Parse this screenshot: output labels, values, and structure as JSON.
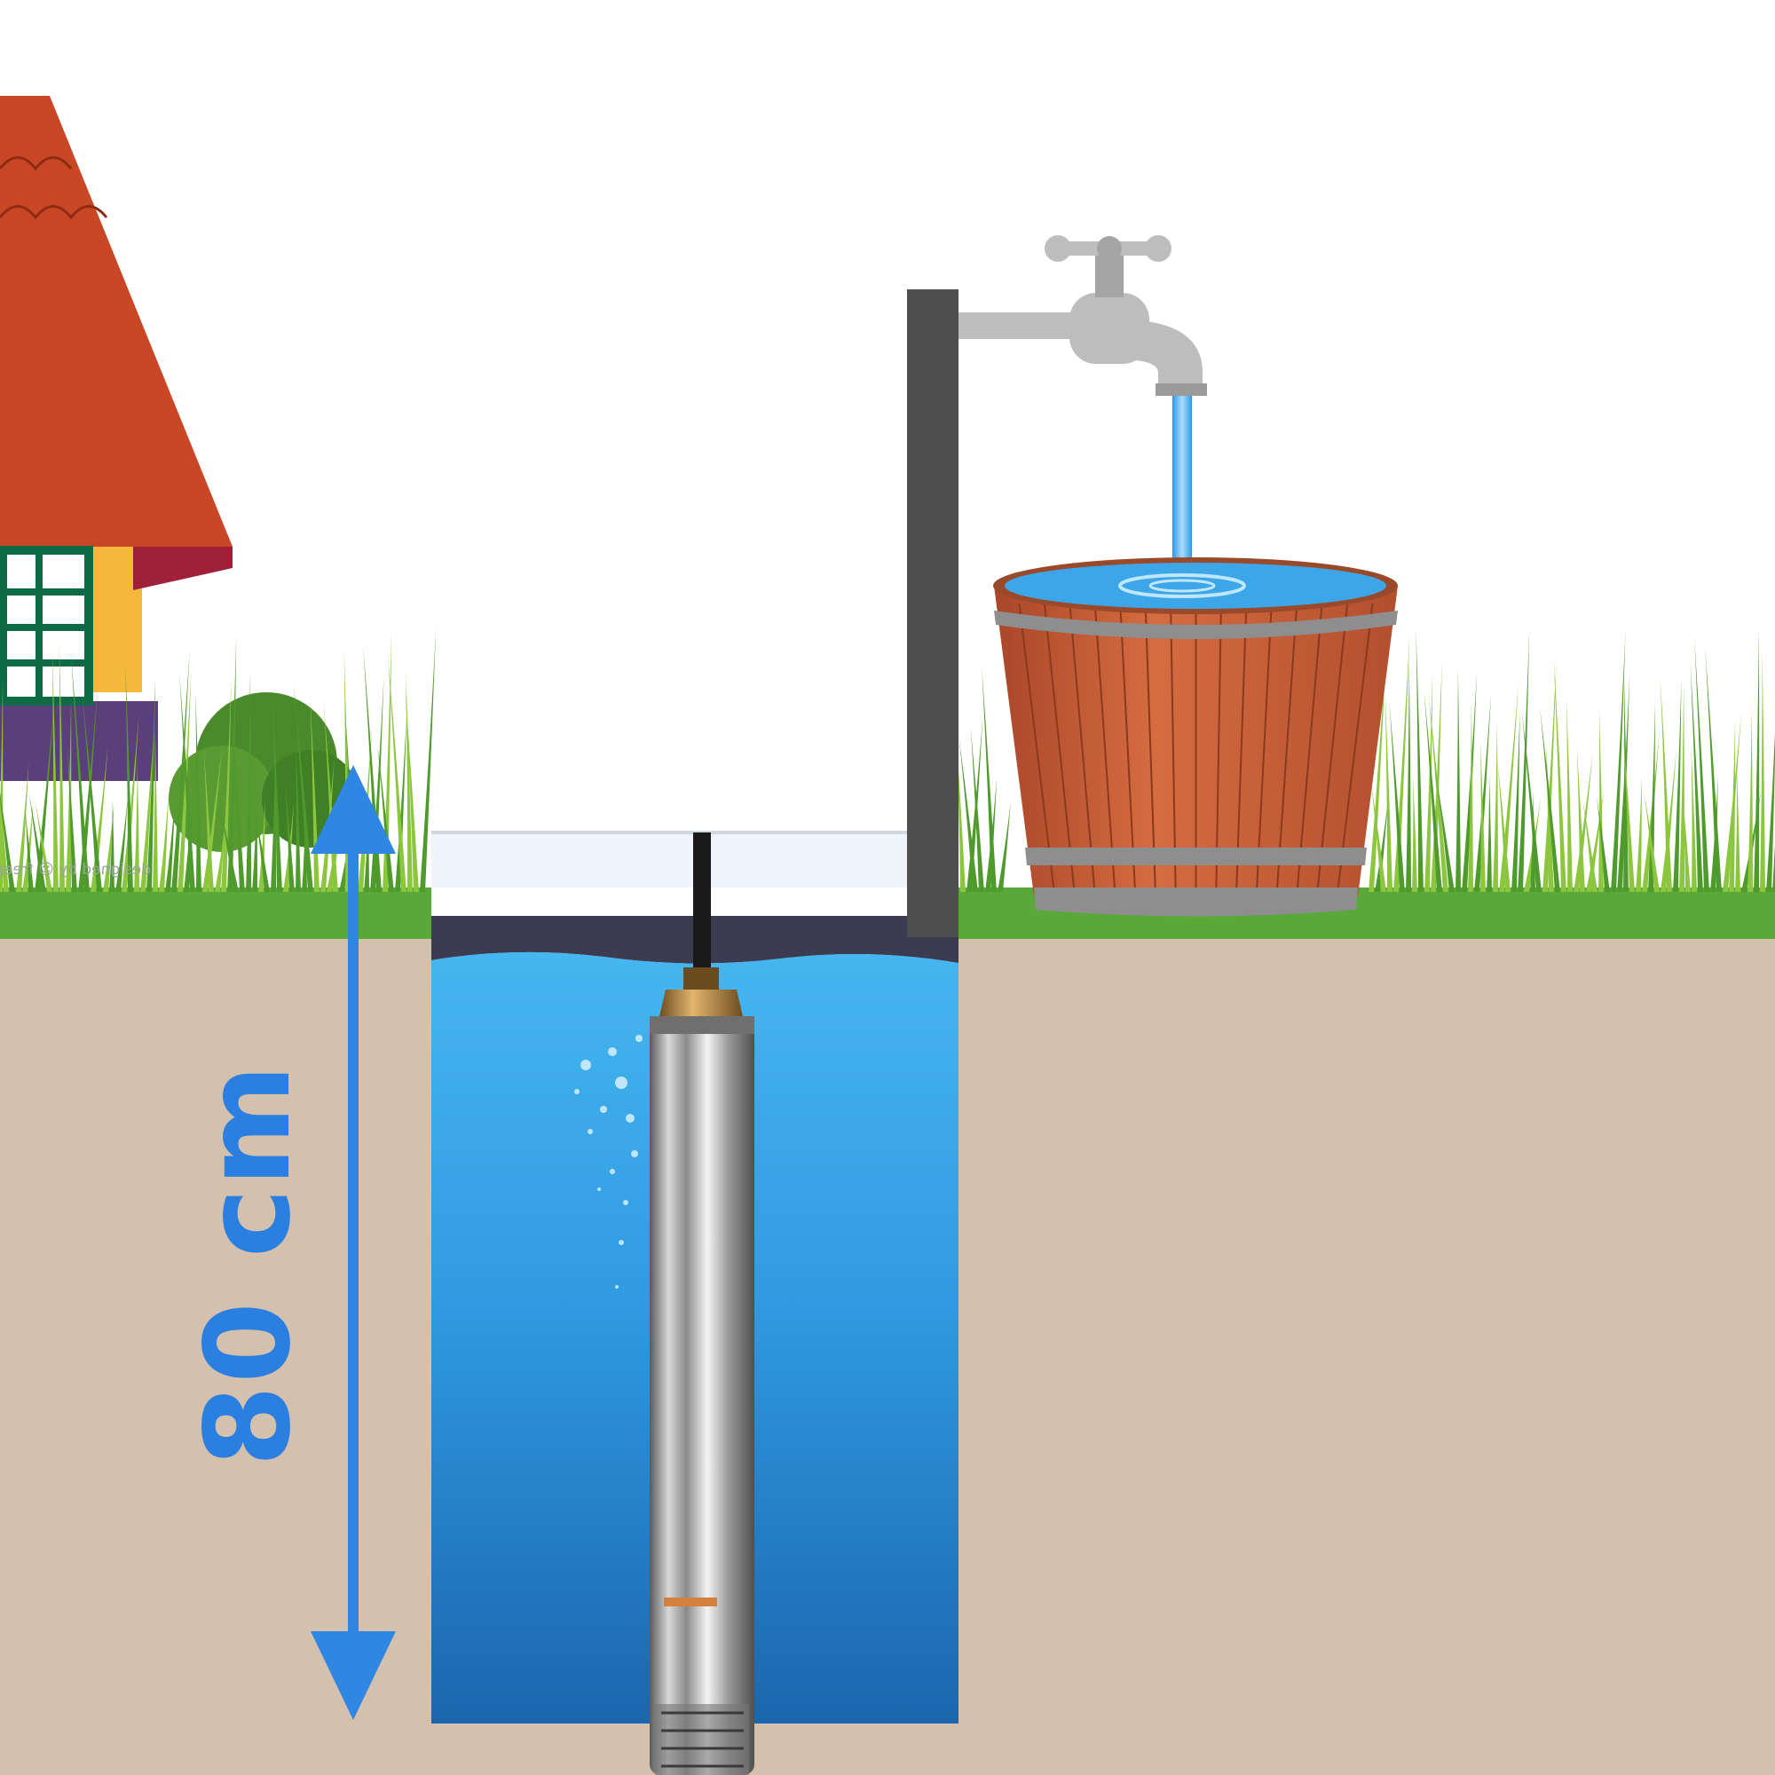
{
  "diagram": {
    "depth_label": "80 cm",
    "watermark": "designed by ☺ freepik"
  },
  "colors": {
    "sky": "#ffffff",
    "grass": "#5aa83a",
    "soil": "#d3c1ad",
    "water_top": "#3aa9ea",
    "water_bottom": "#1d6db3",
    "arrow": "#2f86e3",
    "roof": "#c94725",
    "house_wall": "#f4b93c",
    "window_frame": "#0f6b46",
    "pole": "#4e4e4e",
    "tap": "#bdbdbd",
    "barrel_wood": "#d0653a",
    "barrel_hoop": "#8e8e8e"
  },
  "icons": [
    "house",
    "grass",
    "bush",
    "tap",
    "barrel",
    "well",
    "submersible-pump",
    "depth-arrow"
  ]
}
